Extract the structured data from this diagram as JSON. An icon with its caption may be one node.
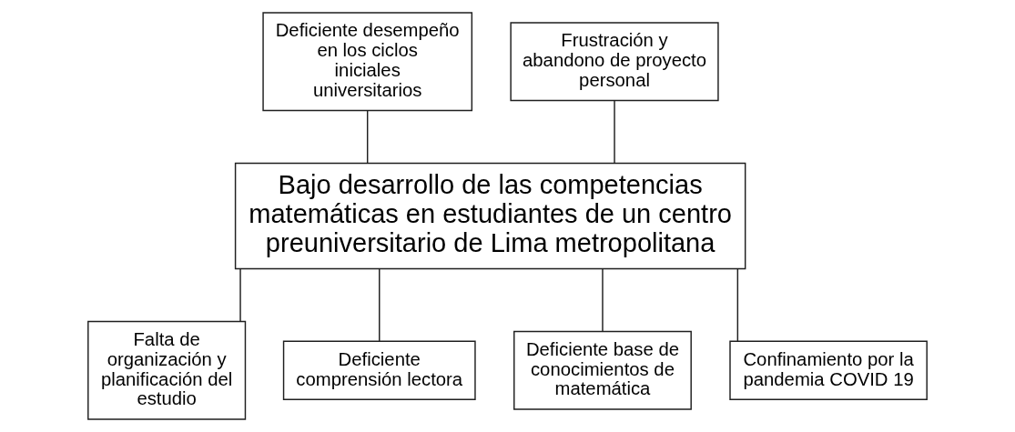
{
  "diagram": {
    "nodes": [
      {
        "text": [
          "Deficiente desempeño en los ciclos iniciales universitarios"
        ]
      },
      {
        "text": [
          "Frustración y abandono de proyecto personal"
        ]
      },
      {
        "text": [
          "Bajo desarrollo de las competencias matemáticas en estudiantes de un centro preuniversitario de Lima metropolitana"
        ]
      },
      {
        "text": [
          "Falta de organización y planificación del estudio"
        ]
      },
      {
        "text": [
          "Deficiente comprensión lectora"
        ]
      },
      {
        "text": [
          "Deficiente base de conocimientos de matemática"
        ]
      },
      {
        "text": [
          "Confinamiento por la pandemia COVID 19"
        ]
      }
    ],
    "edges": [
      {
        "from": 0,
        "to": 2,
        "arrow": "none"
      },
      {
        "from": 1,
        "to": 2,
        "arrow": "none"
      },
      {
        "from": 2,
        "to": 3,
        "arrow": "none"
      },
      {
        "from": 2,
        "to": 4,
        "arrow": "none"
      },
      {
        "from": 2,
        "to": 5,
        "arrow": "none"
      },
      {
        "from": 2,
        "to": 6,
        "arrow": "none"
      }
    ]
  }
}
